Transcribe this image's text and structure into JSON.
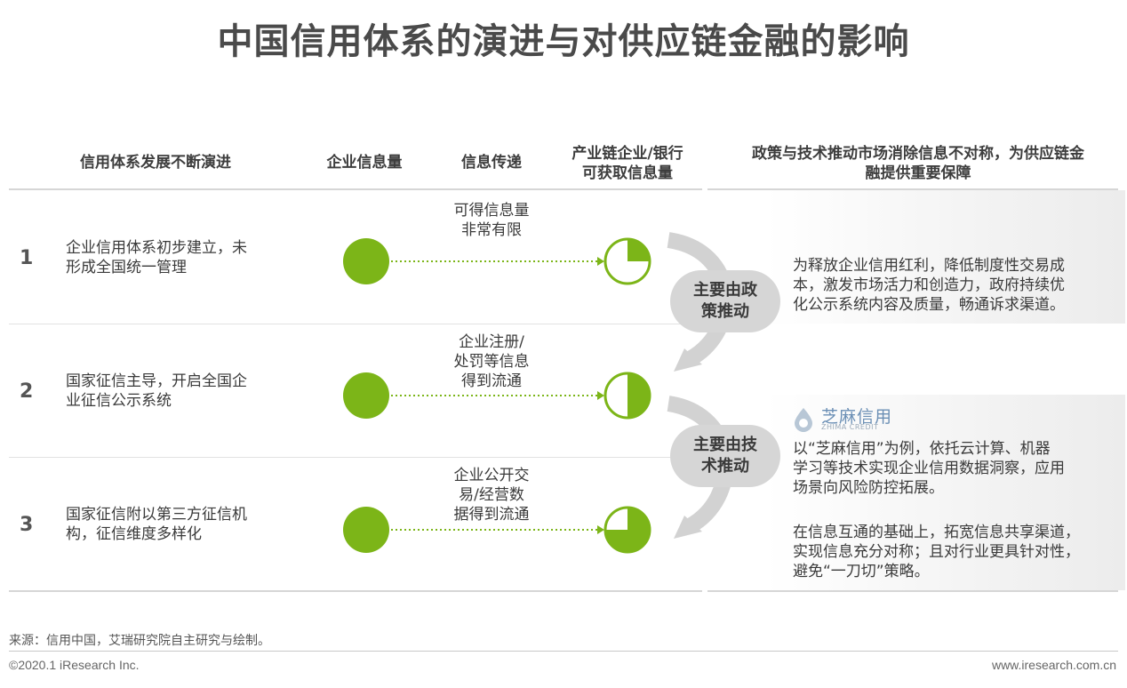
{
  "title": "中国信用体系的演进与对供应链金融的影响",
  "headers": {
    "evolution": "信用体系发展不断演进",
    "info_volume": "企业信息量",
    "info_transfer": "信息传递",
    "obtainable_line1": "产业链企业/银行",
    "obtainable_line2": "可获取信息量",
    "policy_line1": "政策与技术推动市场消除信息不对称，为供应链金",
    "policy_line2": "融提供重要保障"
  },
  "rows": [
    {
      "number": "1",
      "text_line1": "企业信用体系初步建立，未",
      "text_line2": "形成全国统一管理",
      "transfer_line1": "可得信息量",
      "transfer_line2": "非常有限",
      "transfer_line3": "",
      "obtainable_fraction": 0.25
    },
    {
      "number": "2",
      "text_line1": "国家征信主导，开启全国企",
      "text_line2": "业征信公示系统",
      "transfer_line1": "企业注册/",
      "transfer_line2": "处罚等信息",
      "transfer_line3": "得到流通",
      "obtainable_fraction": 0.5
    },
    {
      "number": "3",
      "text_line1": "国家征信附以第三方征信机",
      "text_line2": "构，征信维度多样化",
      "transfer_line1": "企业公开交",
      "transfer_line2": "易/经营数",
      "transfer_line3": "据得到流通",
      "obtainable_fraction": 0.75
    }
  ],
  "drivers": {
    "policy_line1": "主要由政",
    "policy_line2": "策推动",
    "tech_line1": "主要由技",
    "tech_line2": "术推动"
  },
  "panel_policy": {
    "line1": "为释放企业信用红利，降低制度性交易成",
    "line2": "本，激发市场活力和创造力，政府持续优",
    "line3": "化公示系统内容及质量，畅通诉求渠道。"
  },
  "panel_tech": {
    "logo_name": "芝麻信用",
    "logo_sub": "ZHIMA CREDIT",
    "p1_line1": "以“芝麻信用”为例，依托云计算、机器",
    "p1_line2": "学习等技术实现企业信用数据洞察，应用",
    "p1_line3": "场景向风险防控拓展。",
    "p2_line1": "在信息互通的基础上，拓宽信息共享渠道，",
    "p2_line2": "实现信息充分对称；且对行业更具针对性，",
    "p2_line3": "避免“一刀切”策略。"
  },
  "colors": {
    "green": "#7cb518",
    "grey_arrow": "#d2d2d2",
    "text": "#3a3a3a"
  },
  "footer": {
    "source": "来源：信用中国，艾瑞研究院自主研究与绘制。",
    "copyright": "©2020.1 iResearch Inc.",
    "website": "www.iresearch.com.cn"
  }
}
